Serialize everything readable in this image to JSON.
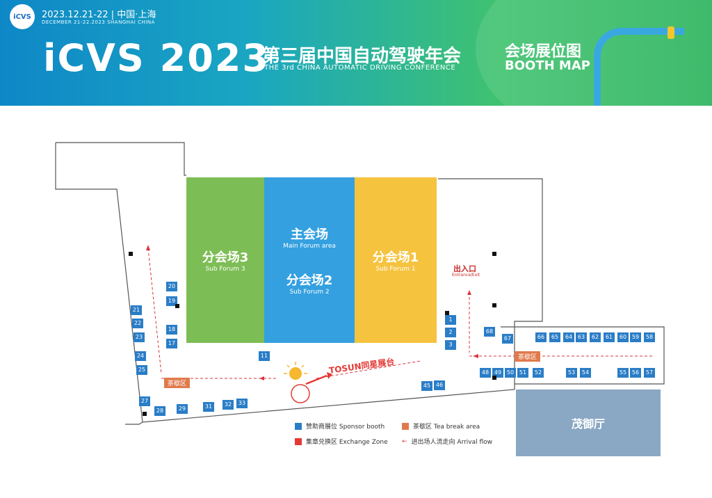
{
  "header": {
    "logo": "iCVS",
    "date": "2023.12.21-22 | 中国·上海",
    "date_en": "DECEMBER 21-22.2023 SHANGHAI CHINA",
    "brand": "iCVS 2023",
    "conf_cn": "第三届中国自动驾驶年会",
    "conf_en": "THE 3rd CHINA AUTOMATIC DRIVING CONFERENCE",
    "map_cn": "会场展位图",
    "map_en": "BOOTH MAP"
  },
  "halls": {
    "main_cn": "主会场",
    "main_en": "Main Forum area",
    "sub3_cn": "分会场3",
    "sub3_en": "Sub Forum 3",
    "sub2_cn": "分会场2",
    "sub2_en": "Sub Forum 2",
    "sub1_cn": "分会场1",
    "sub1_en": "Sub Forum 1",
    "colors": {
      "sub3": "#7dbd55",
      "sub2": "#34a0e0",
      "sub1": "#f6c33f",
      "maoyu": "#8aa7c4"
    }
  },
  "labels": {
    "exit_cn": "出入口",
    "exit_en": "Entrance/Exit",
    "maoyu": "茂御厅",
    "tea": "茶歇区",
    "tosun": "TOSUN同星展台"
  },
  "booths": [
    {
      "label": "1"
    },
    {
      "label": "2"
    },
    {
      "label": "3"
    },
    {
      "label": "11"
    },
    {
      "label": "17"
    },
    {
      "label": "18"
    },
    {
      "label": "19"
    },
    {
      "label": "20"
    },
    {
      "label": "21"
    },
    {
      "label": "22"
    },
    {
      "label": "23"
    },
    {
      "label": "24"
    },
    {
      "label": "25"
    },
    {
      "label": "27"
    },
    {
      "label": "28"
    },
    {
      "label": "29"
    },
    {
      "label": "31"
    },
    {
      "label": "32"
    },
    {
      "label": "33"
    },
    {
      "label": "45"
    },
    {
      "label": "46"
    },
    {
      "label": "48"
    },
    {
      "label": "49"
    },
    {
      "label": "50"
    },
    {
      "label": "51"
    },
    {
      "label": "52"
    },
    {
      "label": "53"
    },
    {
      "label": "54"
    },
    {
      "label": "55"
    },
    {
      "label": "56"
    },
    {
      "label": "57"
    },
    {
      "label": "58"
    },
    {
      "label": "59"
    },
    {
      "label": "60"
    },
    {
      "label": "61"
    },
    {
      "label": "62"
    },
    {
      "label": "63"
    },
    {
      "label": "64"
    },
    {
      "label": "65"
    },
    {
      "label": "66"
    },
    {
      "label": "67"
    },
    {
      "label": "68"
    }
  ],
  "legend": {
    "sponsor": "赞助商展位 Sponsor booth",
    "tea": "茶歇区 Tea break area",
    "exchange": "集章兑换区 Exchange Zone",
    "flow": "进出场人流走向 Arrival flow",
    "colors": {
      "sponsor": "#2a7dc7",
      "tea": "#e07a4c",
      "exchange": "#e53935",
      "flow": "#d9363e"
    }
  }
}
